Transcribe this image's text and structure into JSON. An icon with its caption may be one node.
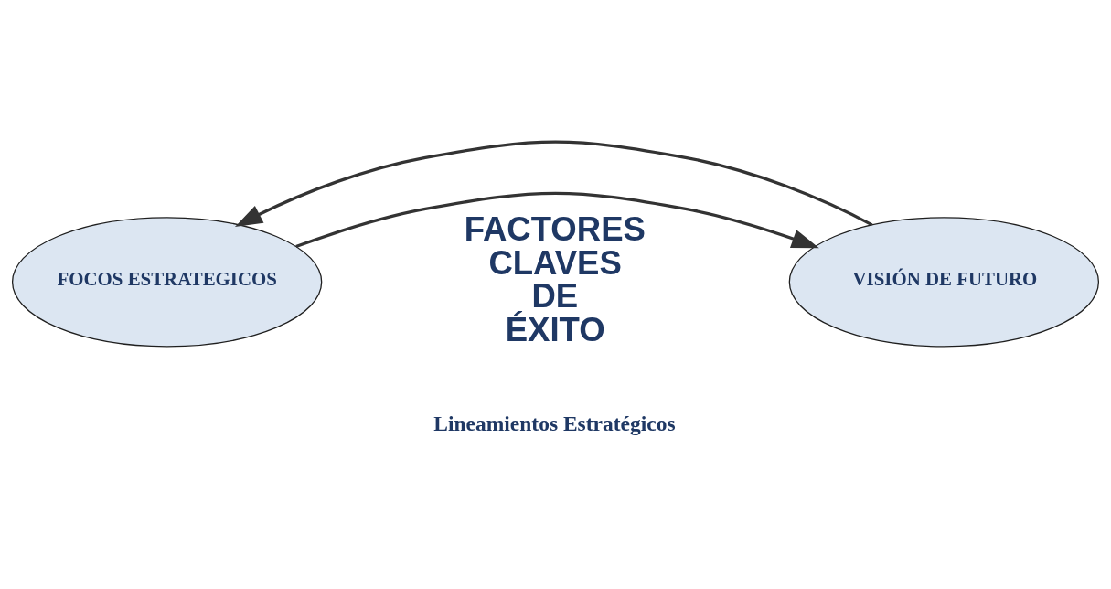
{
  "diagram": {
    "nodes": [
      {
        "text": [
          "FOCOS ESTRATEGICOS"
        ]
      },
      {
        "text": [
          "VISIÓN DE FUTURO"
        ]
      }
    ],
    "edges": [
      {
        "from": 1,
        "to": 0,
        "arrow": "to"
      },
      {
        "from": 0,
        "to": 1,
        "arrow": "to"
      }
    ],
    "labels": [
      "FACTORES CLAVES DE ÉXITO",
      "Lineamientos Estratégicos"
    ]
  }
}
